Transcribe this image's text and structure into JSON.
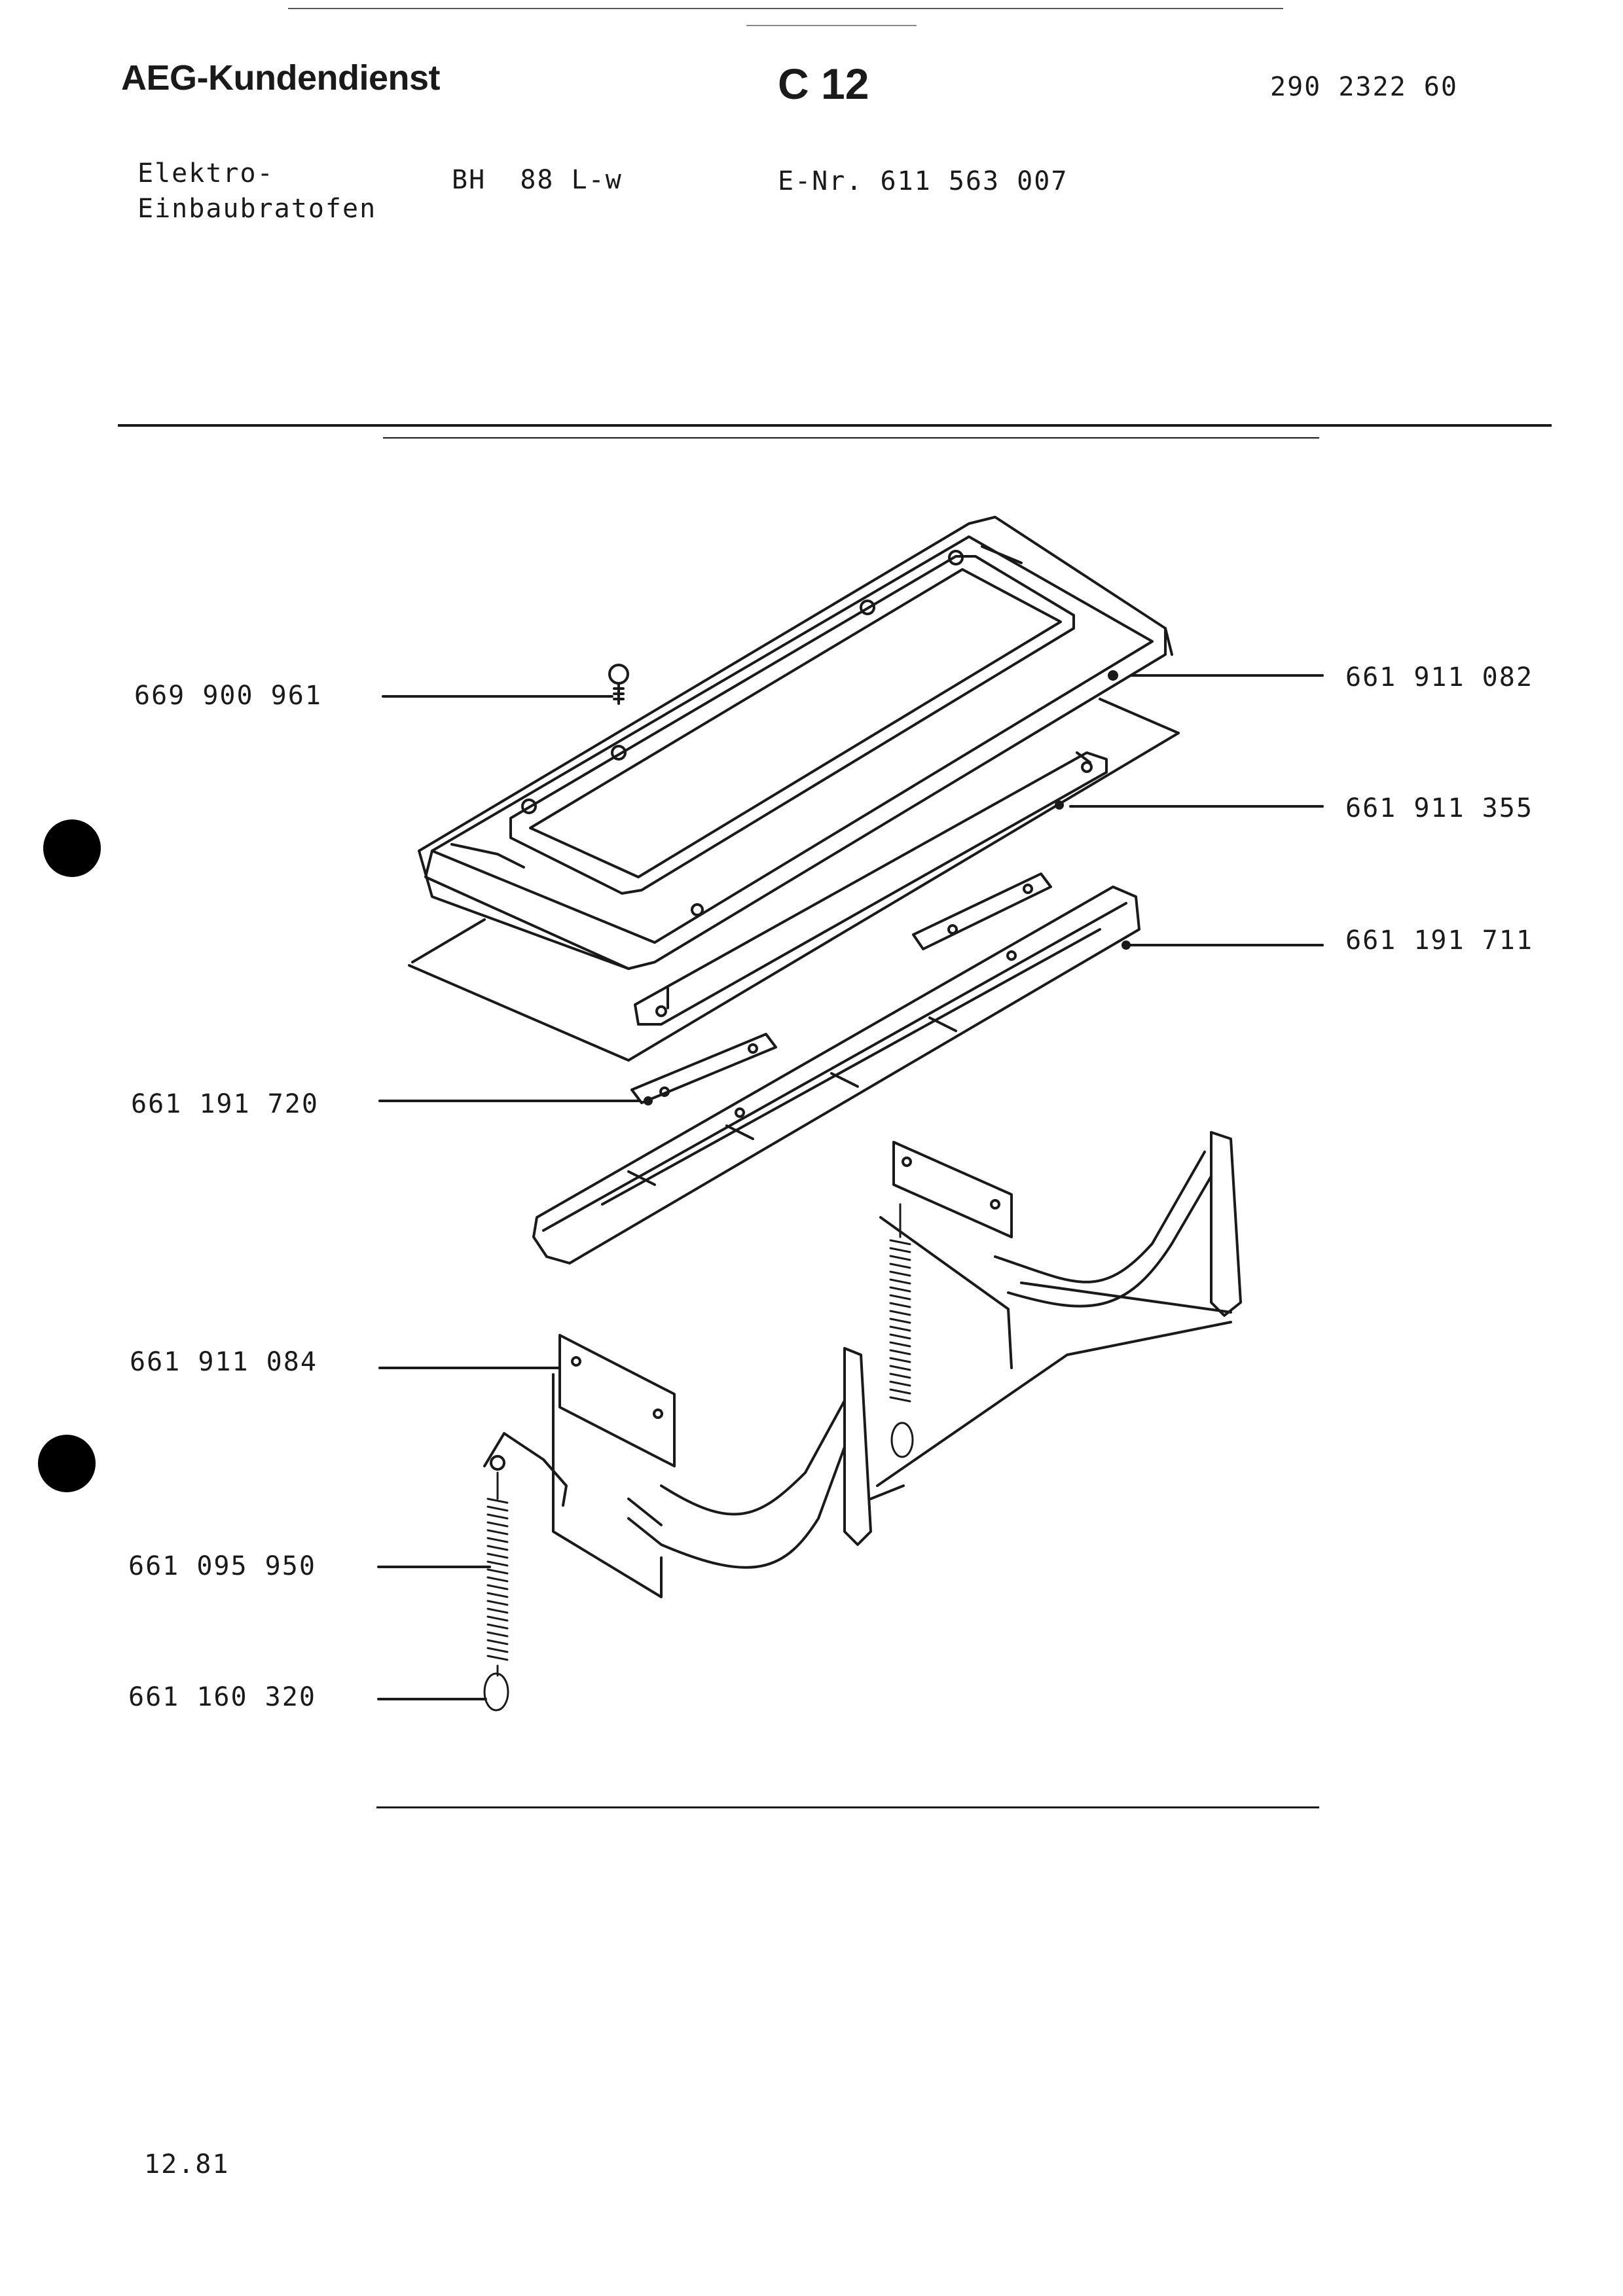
{
  "header": {
    "brand": "AEG-Kundendienst",
    "section_code": "C 12",
    "doc_number": "290 2322 60"
  },
  "product": {
    "category_line1": "Elektro-",
    "category_line2": "Einbaubratofen",
    "model": "BH  88 L-w",
    "e_number": "E-Nr. 611 563 007"
  },
  "parts": {
    "left": [
      {
        "number": "669 900 961"
      },
      {
        "number": "661 191 720"
      },
      {
        "number": "661 911 084"
      },
      {
        "number": "661 095 950"
      },
      {
        "number": "661 160 320"
      }
    ],
    "right": [
      {
        "number": "661 911 082"
      },
      {
        "number": "661 911 355"
      },
      {
        "number": "661 191 711"
      }
    ]
  },
  "footer": {
    "date": "12.81"
  }
}
